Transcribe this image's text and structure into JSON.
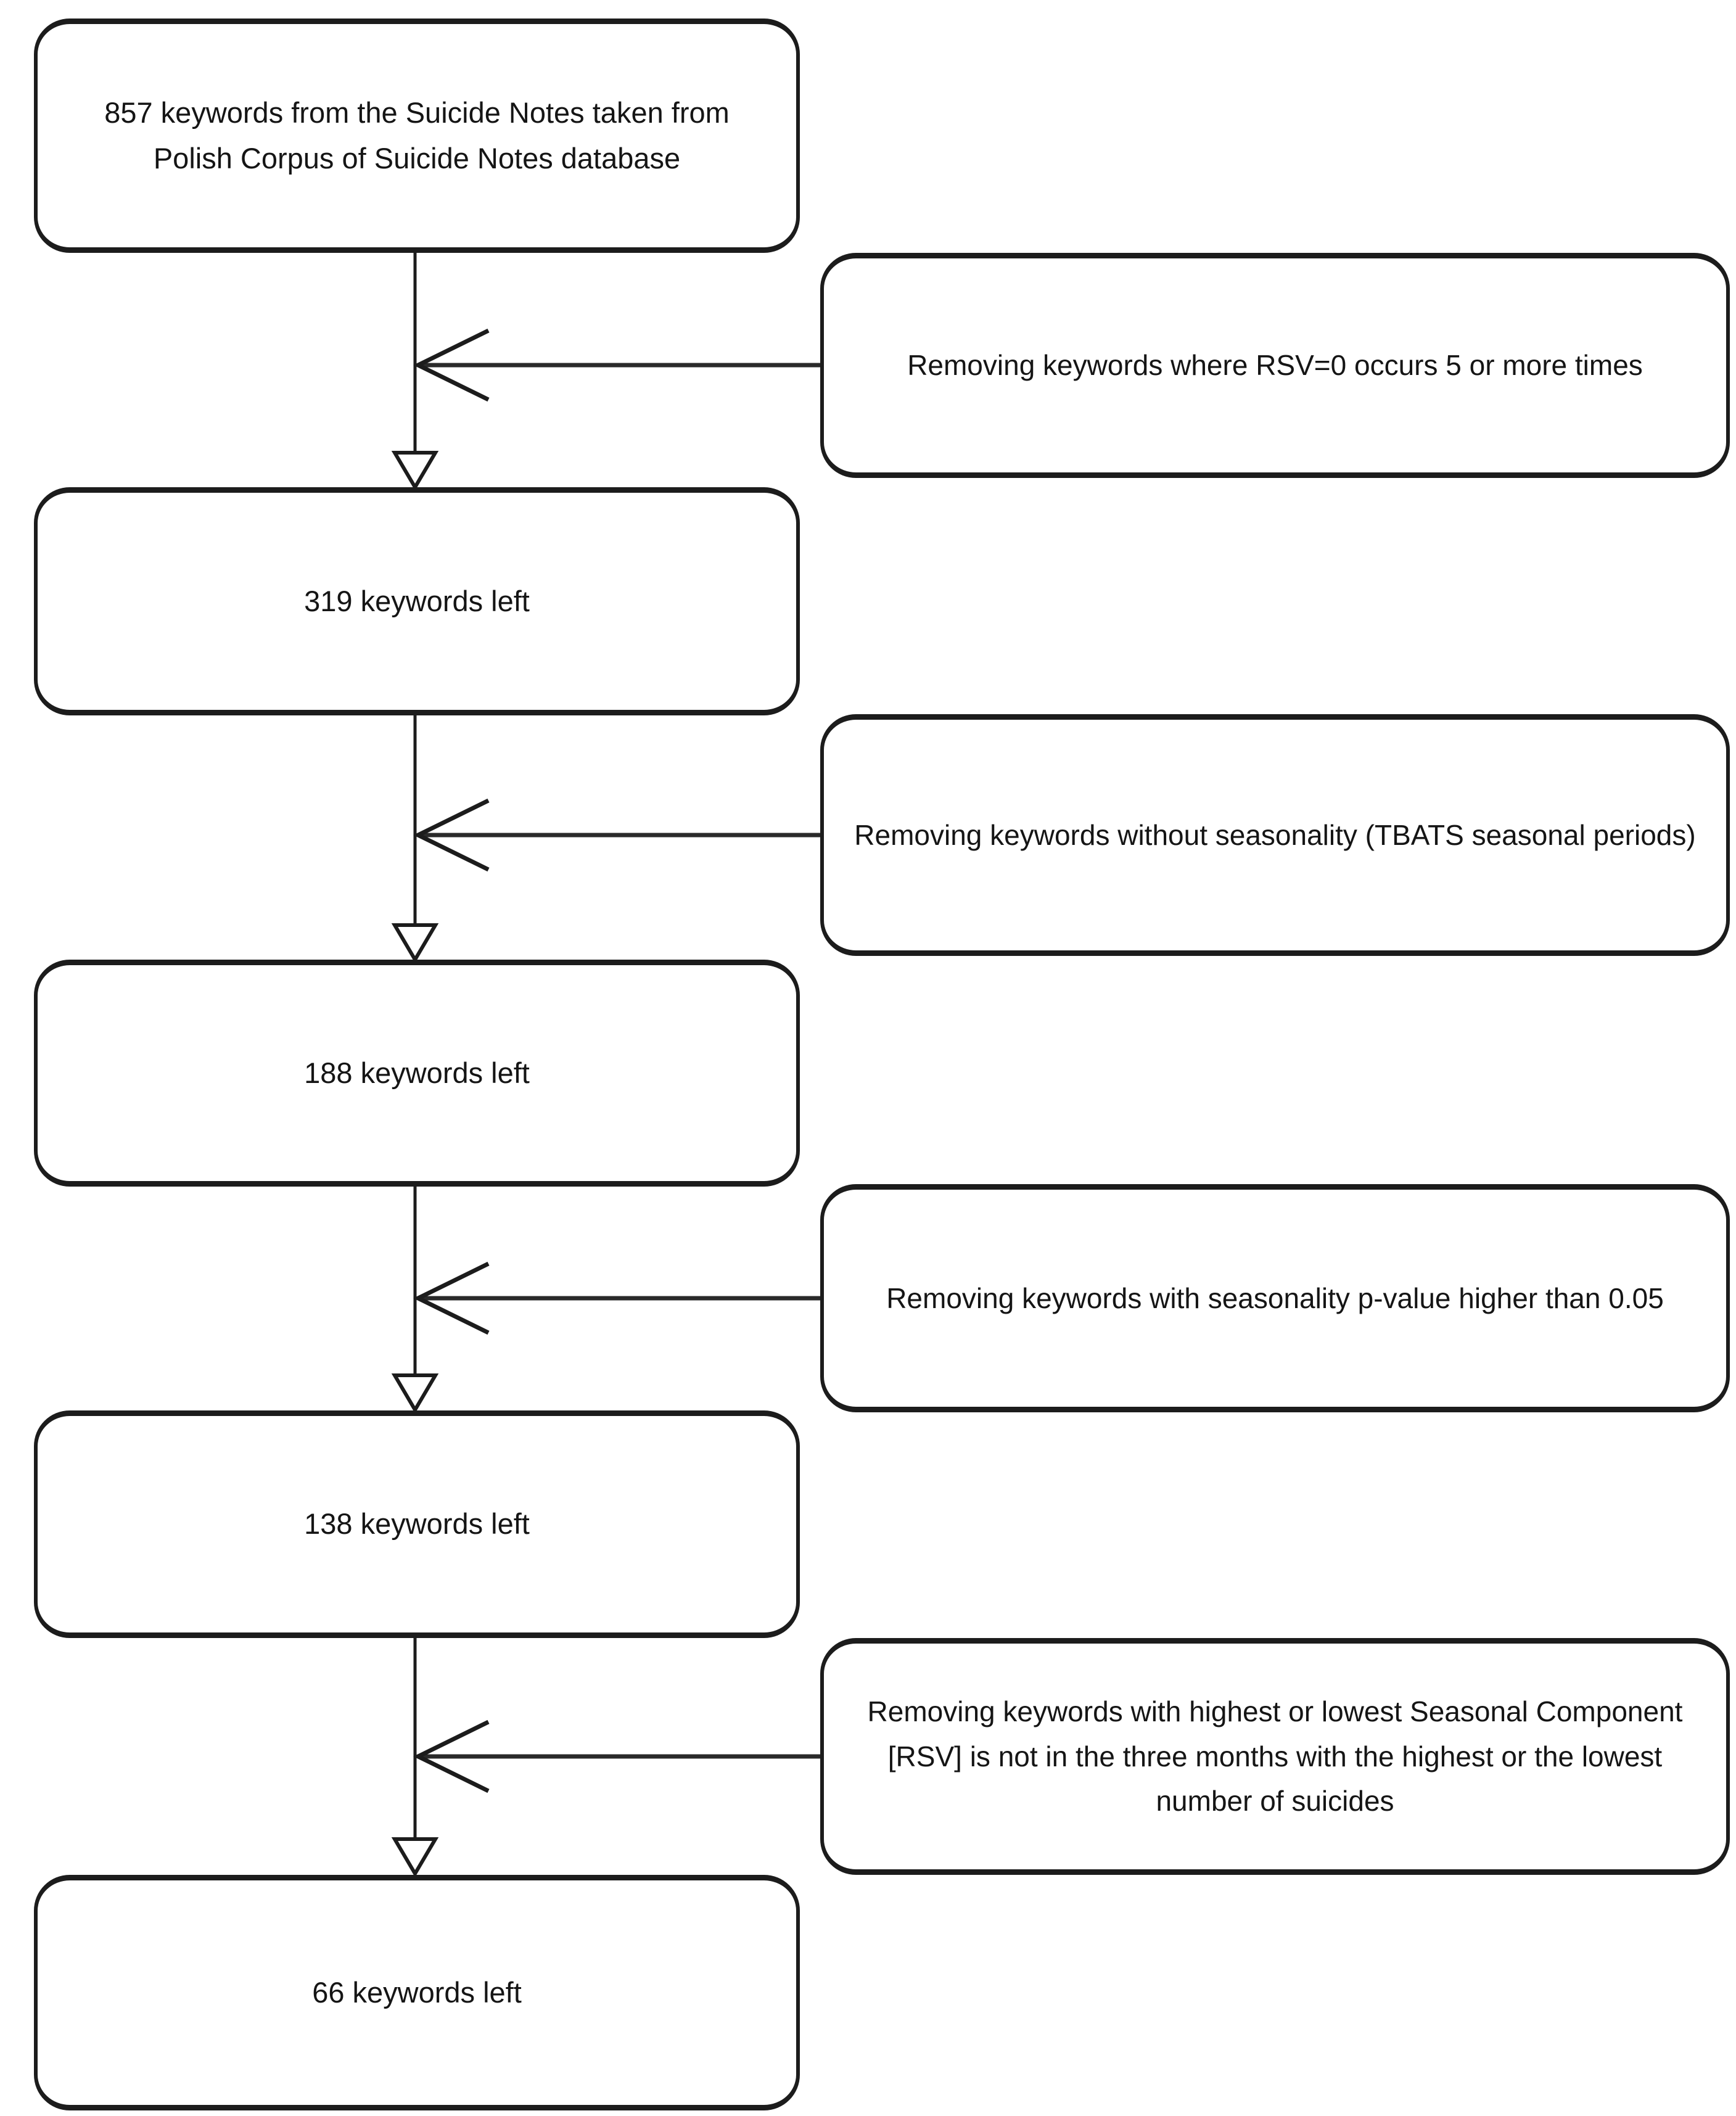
{
  "flow": {
    "main_boxes": [
      {
        "label": "857 keywords from the Suicide Notes taken from Polish Corpus of Suicide Notes database"
      },
      {
        "label": "319 keywords left"
      },
      {
        "label": "188 keywords left"
      },
      {
        "label": "138 keywords left"
      },
      {
        "label": "66 keywords left"
      }
    ],
    "side_boxes": [
      {
        "label": "Removing keywords where RSV=0 occurs 5 or more times"
      },
      {
        "label": "Removing keywords without seasonality (TBATS seasonal periods)"
      },
      {
        "label": "Removing keywords with seasonality p-value higher than 0.05"
      },
      {
        "label": "Removing keywords with highest or lowest Seasonal Component [RSV] is not in the three months with the highest or the lowest number of suicides"
      }
    ],
    "colors": {
      "line": "#1c1c1c",
      "background": "#ffffff",
      "text": "#151515"
    }
  }
}
